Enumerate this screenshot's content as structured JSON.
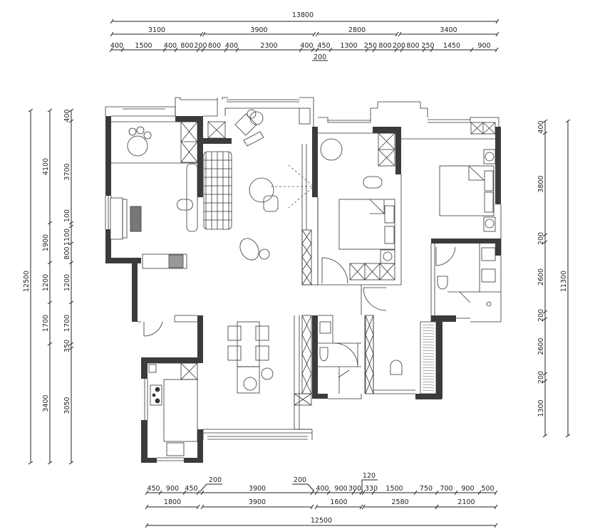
{
  "dimensions": {
    "top": {
      "total": "13800",
      "rooms": [
        "3100",
        "3900",
        "2800",
        "3400"
      ],
      "detail": [
        "400",
        "1500",
        "400",
        "800",
        "200",
        "800",
        "400",
        "2300",
        "400",
        "200",
        "450",
        "1300",
        "250",
        "800",
        "200",
        "800",
        "250",
        "1450",
        "900"
      ]
    },
    "bottom": {
      "detail": [
        "450",
        "900",
        "450",
        "200",
        "3900",
        "200",
        "400",
        "900",
        "300",
        "120",
        "330",
        "1500",
        "750",
        "700",
        "900",
        "500"
      ],
      "rooms": [
        "1800",
        "3900",
        "1600",
        "2580",
        "2100"
      ],
      "total": "12500"
    },
    "left": {
      "total": "12500",
      "rooms": [
        "4100",
        "1900",
        "1200",
        "1700",
        "3400"
      ],
      "detail": [
        "400",
        "3700",
        "100",
        "1100",
        "800",
        "1200",
        "1700",
        "350",
        "3050"
      ]
    },
    "right": {
      "total": "11300",
      "detail": [
        "400",
        "3800",
        "200",
        "2600",
        "200",
        "2600",
        "200",
        "1300"
      ]
    }
  }
}
